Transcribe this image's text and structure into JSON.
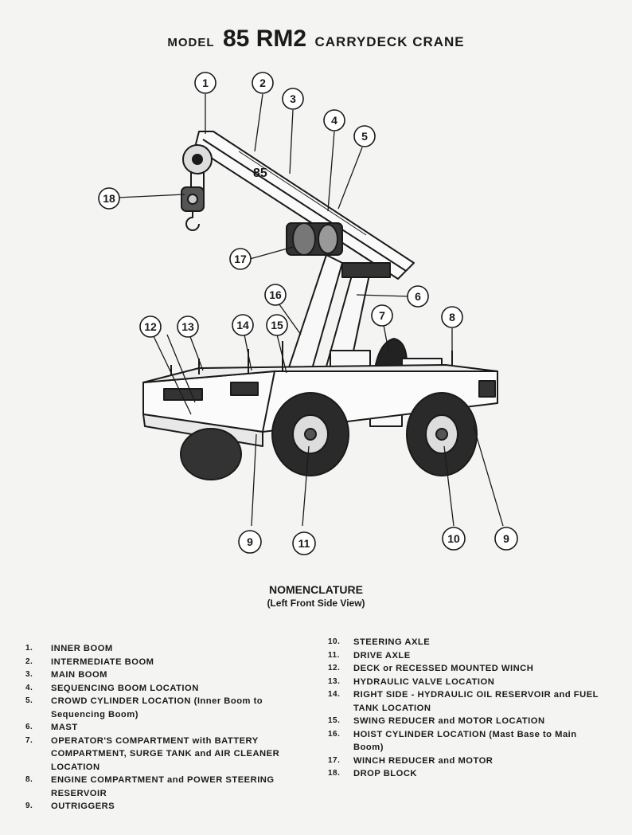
{
  "title": {
    "prefix": "MODEL",
    "model": "85 RM2",
    "suffix": "CARRYDECK CRANE"
  },
  "figure": {
    "boom_label": "85",
    "callouts": [
      "1",
      "2",
      "3",
      "4",
      "5",
      "6",
      "7",
      "8",
      "9",
      "9",
      "10",
      "11",
      "12",
      "13",
      "14",
      "15",
      "16",
      "17",
      "18"
    ]
  },
  "nomenclature": {
    "heading": "NOMENCLATURE",
    "subheading": "(Left Front Side View)"
  },
  "items_left": [
    {
      "num": "1.",
      "text": "INNER BOOM"
    },
    {
      "num": "2.",
      "text": "INTERMEDIATE BOOM"
    },
    {
      "num": "3.",
      "text": "MAIN BOOM"
    },
    {
      "num": "4.",
      "text": "SEQUENCING BOOM LOCATION"
    },
    {
      "num": "5.",
      "text": "CROWD CYLINDER LOCATION (Inner Boom to Sequencing Boom)"
    },
    {
      "num": "6.",
      "text": "MAST"
    },
    {
      "num": "7.",
      "text": "OPERATOR'S COMPARTMENT with BATTERY COMPARTMENT, SURGE TANK and AIR CLEANER LOCATION"
    },
    {
      "num": "8.",
      "text": "ENGINE COMPARTMENT and POWER STEERING RESERVOIR"
    },
    {
      "num": "9.",
      "text": "OUTRIGGERS"
    }
  ],
  "items_right": [
    {
      "num": "10.",
      "text": "STEERING AXLE"
    },
    {
      "num": "11.",
      "text": "DRIVE AXLE"
    },
    {
      "num": "12.",
      "text": "DECK or RECESSED MOUNTED WINCH"
    },
    {
      "num": "13.",
      "text": "HYDRAULIC VALVE LOCATION"
    },
    {
      "num": "14.",
      "text": "RIGHT SIDE - HYDRAULIC OIL RESERVOIR and FUEL TANK LOCATION"
    },
    {
      "num": "15.",
      "text": "SWING REDUCER and MOTOR LOCATION"
    },
    {
      "num": "16.",
      "text": "HOIST CYLINDER LOCATION (Mast Base to Main Boom)"
    },
    {
      "num": "17.",
      "text": "WINCH REDUCER and MOTOR"
    },
    {
      "num": "18.",
      "text": "DROP BLOCK"
    }
  ]
}
